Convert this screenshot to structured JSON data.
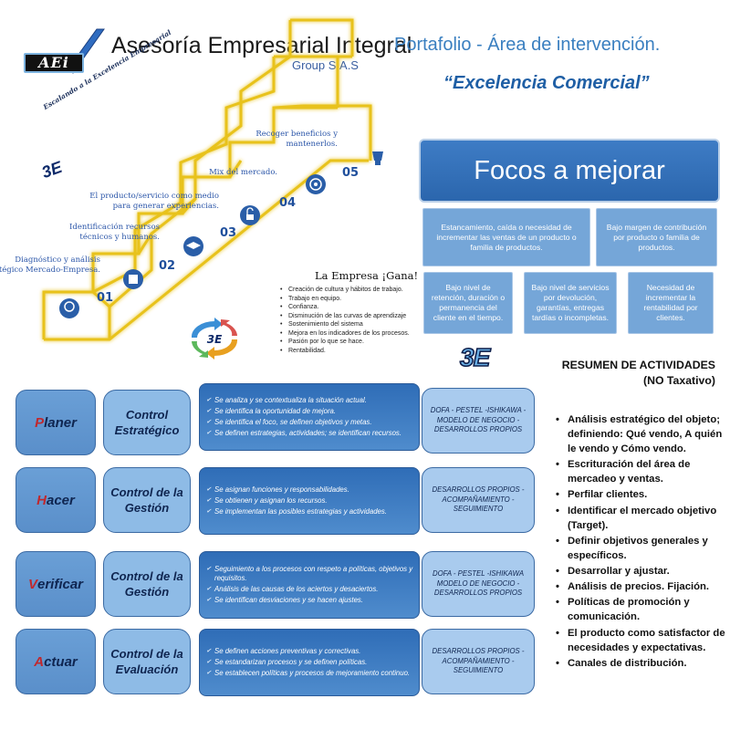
{
  "header": {
    "logo_text": "AEi",
    "company_name": "Asesoría Empresarial Integral",
    "company_group": "Group S.A.S",
    "portfolio_title": "Portafolio -  Área de intervención.",
    "excellence_title": "“Excelencia Comercial”"
  },
  "stairs": {
    "banner": "Escalando a la Excelencia Empresarial",
    "brand": "3E",
    "steps": [
      {
        "number": "01",
        "text_lines": [
          "Diagnóstico y análisis",
          "estratégico Mercado-Empresa."
        ],
        "icon": "head-gear-icon"
      },
      {
        "number": "02",
        "text_lines": [
          "Identificación recursos",
          "técnicos y humanos."
        ],
        "icon": "puzzle-icon"
      },
      {
        "number": "03",
        "text_lines": [
          "El producto/servicio como medio",
          "para generar experiencias."
        ],
        "icon": "graduation-cap-icon"
      },
      {
        "number": "04",
        "text_lines": [
          "Mix del mercado."
        ],
        "icon": "padlock-icon"
      },
      {
        "number": "05",
        "text_lines": [
          "Recoger beneficios y",
          "mantenerlos."
        ],
        "icon": "target-icon"
      }
    ],
    "top_icon": "trophy-icon"
  },
  "empresa": {
    "title": "La Empresa ¡Gana!",
    "items": [
      "Creación de cultura y hábitos de trabajo.",
      "Trabajo en equipo.",
      "Confianza.",
      "Disminución de las curvas de aprendizaje",
      "Sostenimiento del sistema",
      "Mejora en los indicadores de los procesos.",
      "Pasión por lo que se hace.",
      "Rentabilidad."
    ],
    "cycle_label": "3E"
  },
  "focos": {
    "title": "Focos a mejorar",
    "boxes": [
      "Estancamiento, caída o necesidad de incrementar las ventas de un producto o familia de productos.",
      "Bajo margen de contribución por producto o familia de productos.",
      "Bajo nivel de retención, duración o permanencia del cliente en el tiempo.",
      "Bajo nivel de servicios por devolución, garantías, entregas tardías o incompletas.",
      "Necesidad de incrementar la rentabilidad por clientes."
    ],
    "brand_big": "3E"
  },
  "resumen": {
    "title_line1": "RESUMEN DE ACTIVIDADES",
    "title_line2": "(NO Taxativo)",
    "items": [
      "Análisis estratégico del objeto; definiendo: Qué vendo, A quién le vendo y Cómo vendo.",
      "Escrituración del área de mercadeo y ventas.",
      "Perfilar clientes.",
      "Identificar el mercado objetivo (Target).",
      "Definir objetivos generales y específicos.",
      "Desarrollar y ajustar.",
      "Análisis de precios. Fijación.",
      "Políticas de promoción y comunicación.",
      "El producto como satisfactor de necesidades y expectativas.",
      "Canales de distribución."
    ]
  },
  "phva": [
    {
      "phase_initial": "P",
      "phase_rest": "laner",
      "control": "Control Estratégico",
      "actions": [
        "Se analiza y se contextualiza la situación actual.",
        "Se identifica la oportunidad de mejora.",
        "Se identifica el foco, se definen objetivos y metas.",
        "Se definen estrategias, actividades; se identifican recursos."
      ],
      "tools": "DOFA  - PESTEL -ISHIKAWA  - MODELO DE NEGOCIO  - DESARROLLOS PROPIOS"
    },
    {
      "phase_initial": "H",
      "phase_rest": "acer",
      "control": "Control de la Gestión",
      "actions": [
        "Se asignan funciones y responsabilidades.",
        "Se obtienen y asignan los recursos.",
        "Se implementan las posibles estrategias y actividades."
      ],
      "tools": "DESARROLLOS PROPIOS - ACOMPAÑAMIENTO - SEGUIMIENTO"
    },
    {
      "phase_initial": "V",
      "phase_rest": "erificar",
      "control": "Control de la Gestión",
      "actions": [
        "Seguimiento a los procesos con respeto a políticas, objetivos y requisitos.",
        "Análisis de las causas de los aciertos y desaciertos.",
        "Se identifican desviaciones y se hacen ajustes."
      ],
      "tools": "DOFA  - PESTEL -ISHIKAWA  MODELO DE NEGOCIO  - DESARROLLOS PROPIOS"
    },
    {
      "phase_initial": "A",
      "phase_rest": "ctuar",
      "control": "Control de la Evaluación",
      "actions": [
        "Se definen acciones preventivas y correctivas.",
        "Se estandarizan procesos y se definen políticas.",
        "Se establecen políticas y procesos de mejoramiento continuo."
      ],
      "tools": "DESARROLLOS PROPIOS - ACOMPAÑAMIENTO - SEGUIMIENTO"
    }
  ],
  "colors": {
    "accent_blue": "#2b66ad",
    "light_blue": "#75a6d8",
    "gold": "#e8c21a",
    "phase_red": "#c0282d"
  }
}
